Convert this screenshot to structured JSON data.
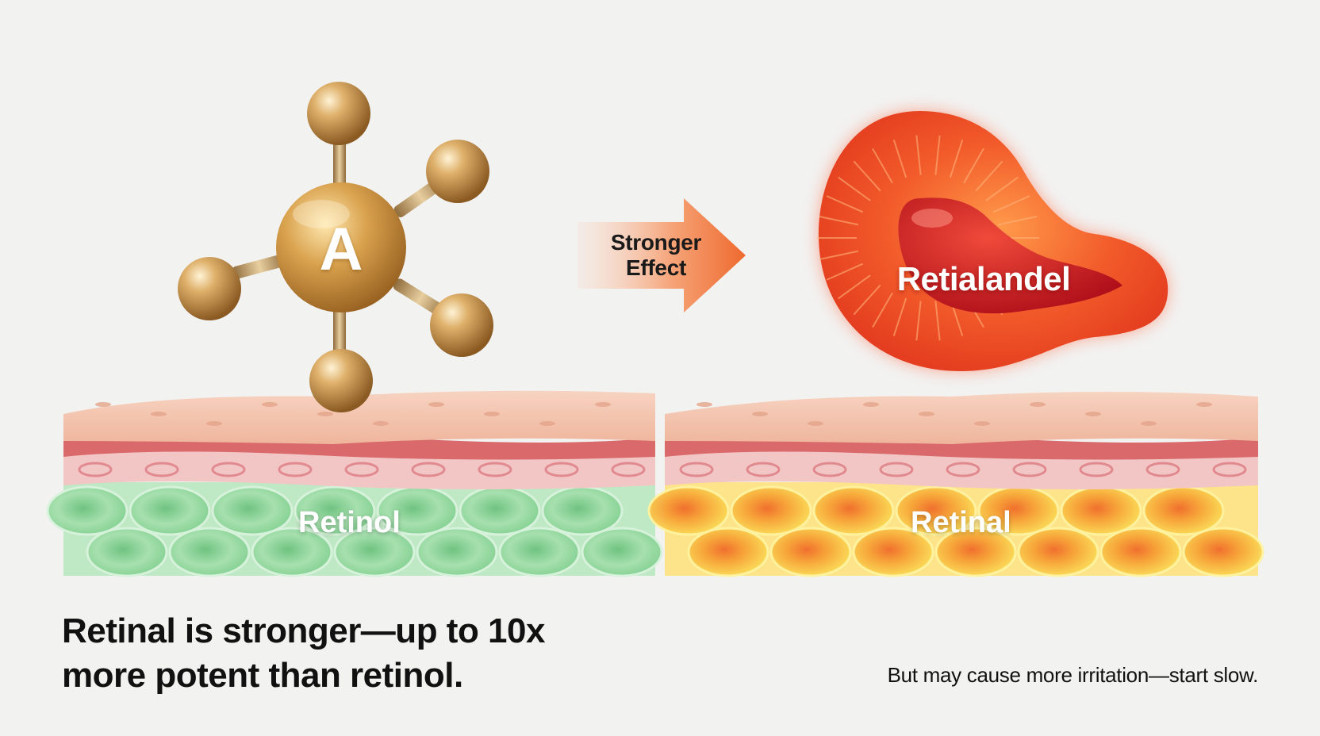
{
  "molecule": {
    "letter": "A"
  },
  "arrow": {
    "label_line1": "Stronger",
    "label_line2": "Effect"
  },
  "blob": {
    "label": "Retialandel"
  },
  "skin_left": {
    "label": "Retinol"
  },
  "skin_right": {
    "label": "Retinal"
  },
  "headline": {
    "line1": "Retinal is stronger—up to 10x",
    "line2": "more potent than retinol."
  },
  "note": "But may cause more irritation—start slow.",
  "colors": {
    "background": "#f2f2f1",
    "molecule_gold": "#c9964a",
    "arrow_orange": "#f07a3c",
    "blob_red": "#e8321c",
    "skin_pink": "#f3c2ac",
    "retinol_green": "#8ed69a",
    "retinal_yellow": "#f7c234"
  }
}
